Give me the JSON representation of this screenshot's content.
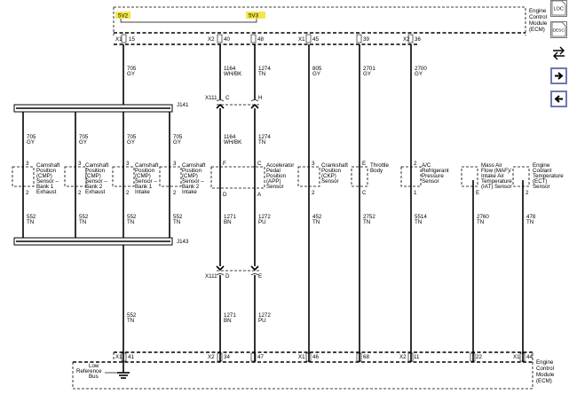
{
  "ecm_label": [
    "Engine",
    "Control",
    "Module",
    "(ECM)"
  ],
  "supplies": [
    {
      "key": "5v2",
      "label": "5V2",
      "highlight": "#f5e64a"
    },
    {
      "key": "5v3",
      "label": "5V3",
      "highlight": "#f5e64a"
    }
  ],
  "top_connectors": [
    {
      "conn": "X1",
      "pin": "15"
    },
    {
      "conn": "X2",
      "pin": "40"
    },
    {
      "conn": "",
      "pin": "48"
    },
    {
      "conn": "X1",
      "pin": "45"
    },
    {
      "conn": "",
      "pin": "39"
    },
    {
      "conn": "X2",
      "pin": "36"
    }
  ],
  "top_wires": [
    {
      "circuit": "705",
      "color": "GY"
    },
    {
      "circuit": "1164",
      "color": "WH/BK"
    },
    {
      "circuit": "1274",
      "color": "TN"
    },
    {
      "circuit": "805",
      "color": "GY"
    },
    {
      "circuit": "2701",
      "color": "GY"
    },
    {
      "circuit": "2700",
      "color": "GY"
    }
  ],
  "splices": [
    {
      "label": "J141"
    },
    {
      "label": "J143"
    }
  ],
  "inline_connectors": [
    {
      "label": "X111",
      "pins": [
        "C",
        "H"
      ]
    },
    {
      "label": "X111",
      "pins": [
        "D",
        "E"
      ]
    }
  ],
  "cmp_wires": [
    {
      "circuit": "705",
      "color": "GY"
    },
    {
      "circuit": "705",
      "color": "GY"
    },
    {
      "circuit": "705",
      "color": "GY"
    },
    {
      "circuit": "705",
      "color": "GY"
    }
  ],
  "mid_wires_app": [
    {
      "circuit": "1164",
      "color": "WH/BK"
    },
    {
      "circuit": "1274",
      "color": "TN"
    }
  ],
  "components": [
    {
      "name": "cmp-bank1-exhaust",
      "pins": [
        "3",
        "2"
      ],
      "lines": [
        "Camshaft",
        "Position",
        "(CMP)",
        "Sensor –",
        "Bank 1",
        "Exhaust"
      ]
    },
    {
      "name": "cmp-bank2-exhaust",
      "pins": [
        "3",
        "2"
      ],
      "lines": [
        "Camshaft",
        "Position",
        "(CMP)",
        "Sensor –",
        "Bank 2",
        "Exhaust"
      ]
    },
    {
      "name": "cmp-bank1-intake",
      "pins": [
        "3",
        "2"
      ],
      "lines": [
        "Camshaft",
        "Position",
        "(CMP)",
        "Sensor –",
        "Bank 1",
        "Intake"
      ]
    },
    {
      "name": "cmp-bank2-intake",
      "pins": [
        "3",
        "2"
      ],
      "lines": [
        "Camshaft",
        "Position",
        "(CMP)",
        "Sensor –",
        "Bank 2",
        "Intake"
      ]
    },
    {
      "name": "app-sensor",
      "pins": [
        "F",
        "C",
        "D",
        "A"
      ],
      "lines": [
        "Accelerator",
        "Pedal",
        "Position",
        "(APP)",
        "Sensor"
      ]
    },
    {
      "name": "ckp-sensor",
      "pins": [
        "3",
        "2"
      ],
      "lines": [
        "Crankshaft",
        "Position",
        "(CKP)",
        "Sensor"
      ]
    },
    {
      "name": "throttle-body",
      "pins": [
        "E",
        "C"
      ],
      "lines": [
        "Throttle",
        "Body"
      ]
    },
    {
      "name": "ac-pressure-sensor",
      "pins": [
        "2",
        "1"
      ],
      "lines": [
        "A/C",
        "Refrigerant",
        "Pressure",
        "Sensor"
      ]
    },
    {
      "name": "maf-iat-sensor",
      "pins": [
        "E"
      ],
      "lines": [
        "Mass Air",
        "Flow (MAF)/",
        "Intake Air",
        "Temperature",
        "(IAT) Sensor"
      ]
    },
    {
      "name": "ect-sensor",
      "pins": [
        "2"
      ],
      "lines": [
        "Engine",
        "Coolant",
        "Temperature",
        "(ECT)",
        "Sensor"
      ]
    }
  ],
  "low_wires": [
    {
      "circuit": "552",
      "color": "TN"
    },
    {
      "circuit": "552",
      "color": "TN"
    },
    {
      "circuit": "552",
      "color": "TN"
    },
    {
      "circuit": "552",
      "color": "TN"
    },
    {
      "circuit": "1271",
      "color": "BN"
    },
    {
      "circuit": "1272",
      "color": "PU"
    },
    {
      "circuit": "452",
      "color": "TN"
    },
    {
      "circuit": "2752",
      "color": "TN"
    },
    {
      "circuit": "5514",
      "color": "TN"
    },
    {
      "circuit": "2760",
      "color": "TN"
    },
    {
      "circuit": "478",
      "color": "TN"
    }
  ],
  "bottom_wires": [
    {
      "circuit": "552",
      "color": "TN"
    },
    {
      "circuit": "1271",
      "color": "BN"
    },
    {
      "circuit": "1272",
      "color": "PU"
    }
  ],
  "bottom_connectors": [
    {
      "conn": "X1",
      "pin": "41"
    },
    {
      "conn": "X2",
      "pin": "34"
    },
    {
      "conn": "",
      "pin": "47"
    },
    {
      "conn": "X1",
      "pin": "46"
    },
    {
      "conn": "",
      "pin": "68"
    },
    {
      "conn": "X2",
      "pin": "11"
    },
    {
      "conn": "",
      "pin": "22"
    },
    {
      "conn": "X1",
      "pin": "44"
    }
  ],
  "low_ref_label": [
    "Low",
    "Reference",
    "Bus"
  ],
  "nav": [
    {
      "key": "loc",
      "label": "LOC",
      "icon": "loc-icon"
    },
    {
      "key": "desc",
      "label": "DESC",
      "icon": "desc-icon"
    },
    {
      "key": "swap",
      "icon": "swap-arrows-icon"
    },
    {
      "key": "next",
      "icon": "arrow-right-icon"
    },
    {
      "key": "prev",
      "icon": "arrow-left-icon"
    }
  ]
}
